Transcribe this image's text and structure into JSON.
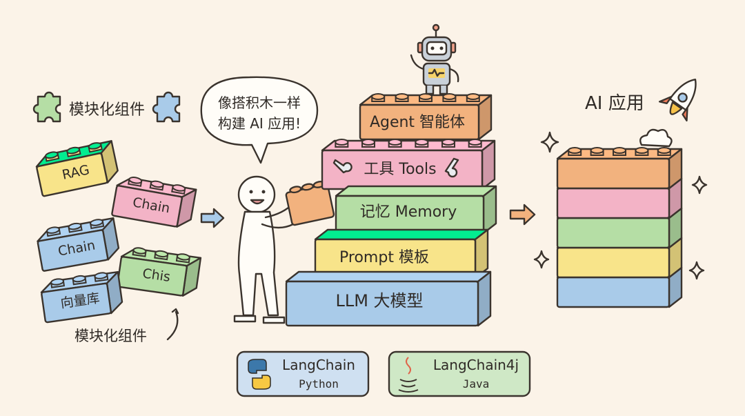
{
  "colors": {
    "background": "#fbf3e8",
    "orange": "#f2b27e",
    "pink": "#f3b3c6",
    "green": "#b5dea5",
    "yellow": "#f8e48a",
    "blue": "#a9cbe9",
    "ink": "#3a332d"
  },
  "modules": {
    "title": "模块化组件",
    "footer": "模块化组件",
    "bricks": [
      {
        "label": "RAG",
        "color": "yellow"
      },
      {
        "label": "Chain",
        "color": "pink"
      },
      {
        "label": "Chain",
        "color": "blue"
      },
      {
        "label": "Chis",
        "color": "green"
      },
      {
        "label": "向量库",
        "color": "blue"
      }
    ]
  },
  "speech_bubble": {
    "line1": "像搭积木一样",
    "line2": "构建 AI 应用!"
  },
  "stack": {
    "layers": [
      {
        "label": "Agent 智能体",
        "color": "orange"
      },
      {
        "label": "工具 Tools",
        "color": "pink",
        "icon": "wrench-icon"
      },
      {
        "label": "记忆 Memory",
        "color": "green"
      },
      {
        "label": "Prompt 模板",
        "color": "yellow"
      },
      {
        "label": "LLM 大模型",
        "color": "blue"
      }
    ]
  },
  "result": {
    "title": "AI 应用",
    "layers": [
      "orange",
      "pink",
      "green",
      "yellow",
      "blue"
    ]
  },
  "frameworks": [
    {
      "name": "LangChain",
      "lang": "Python",
      "icon": "python-icon",
      "color": "#cfe0f1"
    },
    {
      "name": "LangChain4j",
      "lang": "Java",
      "icon": "java-icon",
      "color": "#cfe8c6"
    }
  ]
}
